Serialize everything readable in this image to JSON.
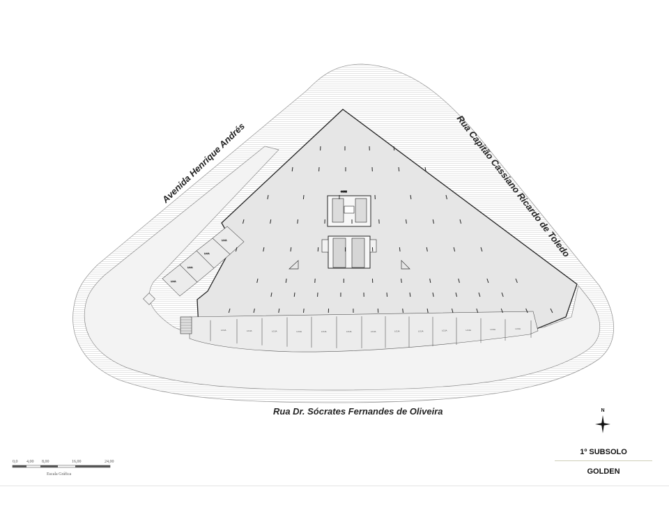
{
  "streets": {
    "avenida": "Avenida Henrique Andrés",
    "capitao": "Rua Capitão Cassiano Ricardo de Toledo",
    "socrates": "Rua Dr. Sócrates Fernandes de Oliveira"
  },
  "north_label": "N",
  "scale": {
    "ticks": [
      "0,0",
      "4,00",
      "8,00",
      "16,00",
      "24,00"
    ],
    "caption": "Escala Gráfica"
  },
  "title": {
    "level": "1º SUBSOLO",
    "project": "GOLDEN"
  },
  "core_label": "CORE",
  "store_label": "LOJA",
  "colors": {
    "slab": "#e6e6e6",
    "lines": "#333333",
    "hatch": "#bdbdbd"
  }
}
